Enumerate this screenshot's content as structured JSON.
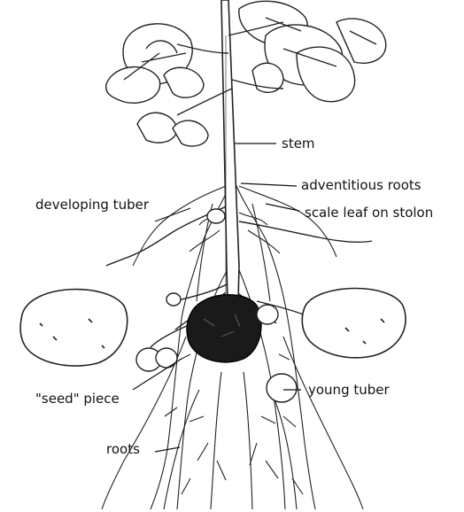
{
  "labels": {
    "stem": "stem",
    "adventitious_roots": "adventitious roots",
    "developing_tuber": "developing tuber",
    "scale_leaf": "scale leaf on stolon",
    "young_tuber": "young tuber",
    "seed_piece": "\"seed\" piece",
    "roots": "roots"
  }
}
